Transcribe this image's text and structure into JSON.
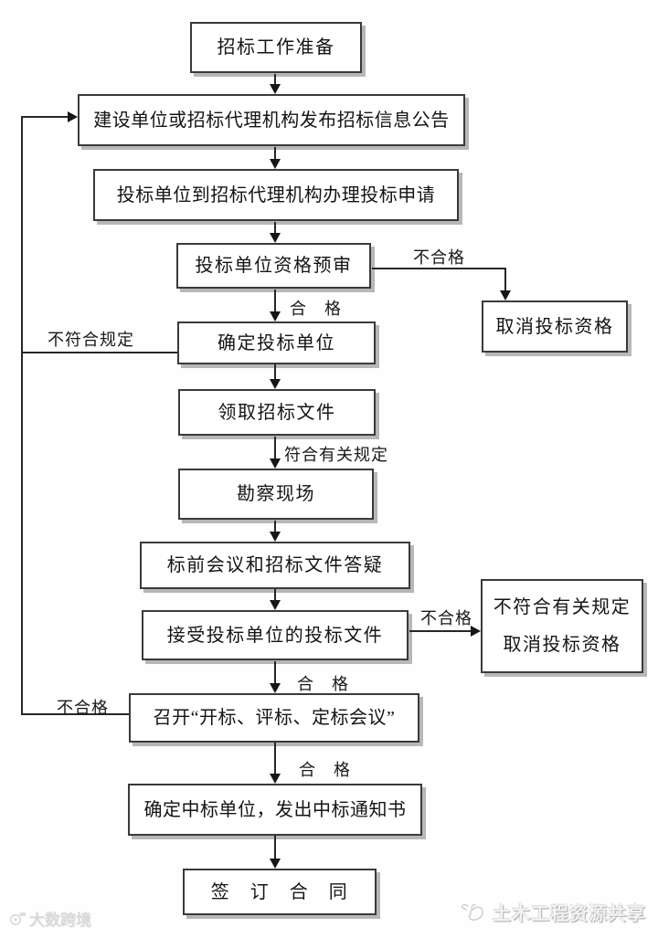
{
  "flowchart": {
    "nodes": [
      {
        "label": "招标工作准备"
      },
      {
        "label": "建设单位或招标代理机构发布招标信息公告"
      },
      {
        "label": "投标单位到招标代理机构办理投标申请"
      },
      {
        "label": "投标单位资格预审"
      },
      {
        "label": "确定投标单位"
      },
      {
        "label": "领取招标文件"
      },
      {
        "label": "勘察现场"
      },
      {
        "label": "标前会议和招标文件答疑"
      },
      {
        "label": "接受投标单位的投标文件"
      },
      {
        "label": "召开“开标、评标、定标会议”"
      },
      {
        "label": "确定中标单位，发出中标通知书"
      },
      {
        "label": "签　订　合　同"
      }
    ],
    "side_nodes": [
      {
        "label": "取消投标资格"
      },
      {
        "lines": [
          "不符合有关规定",
          "取消投标资格"
        ]
      }
    ],
    "edge_labels": {
      "prequalify_fail": "不合格",
      "prequalify_pass": "合　格",
      "not_conform_rule": "不符合规定",
      "conform_rules": "符合有关规定",
      "bid_doc_fail": "不合格",
      "bid_doc_pass": "合　格",
      "meeting_fail": "不合格",
      "meeting_pass": "合　格"
    }
  },
  "watermarks": {
    "left": {
      "icon": "dashu-logo-icon",
      "text": "大数跨境"
    },
    "right": {
      "icon": "dove-icon",
      "text": "土木工程资源共享"
    }
  },
  "colors": {
    "box_border": "#3a3a3a",
    "box_shadow": "#919191",
    "line": "#262626",
    "text": "#141414",
    "watermark": "#cccccc"
  }
}
